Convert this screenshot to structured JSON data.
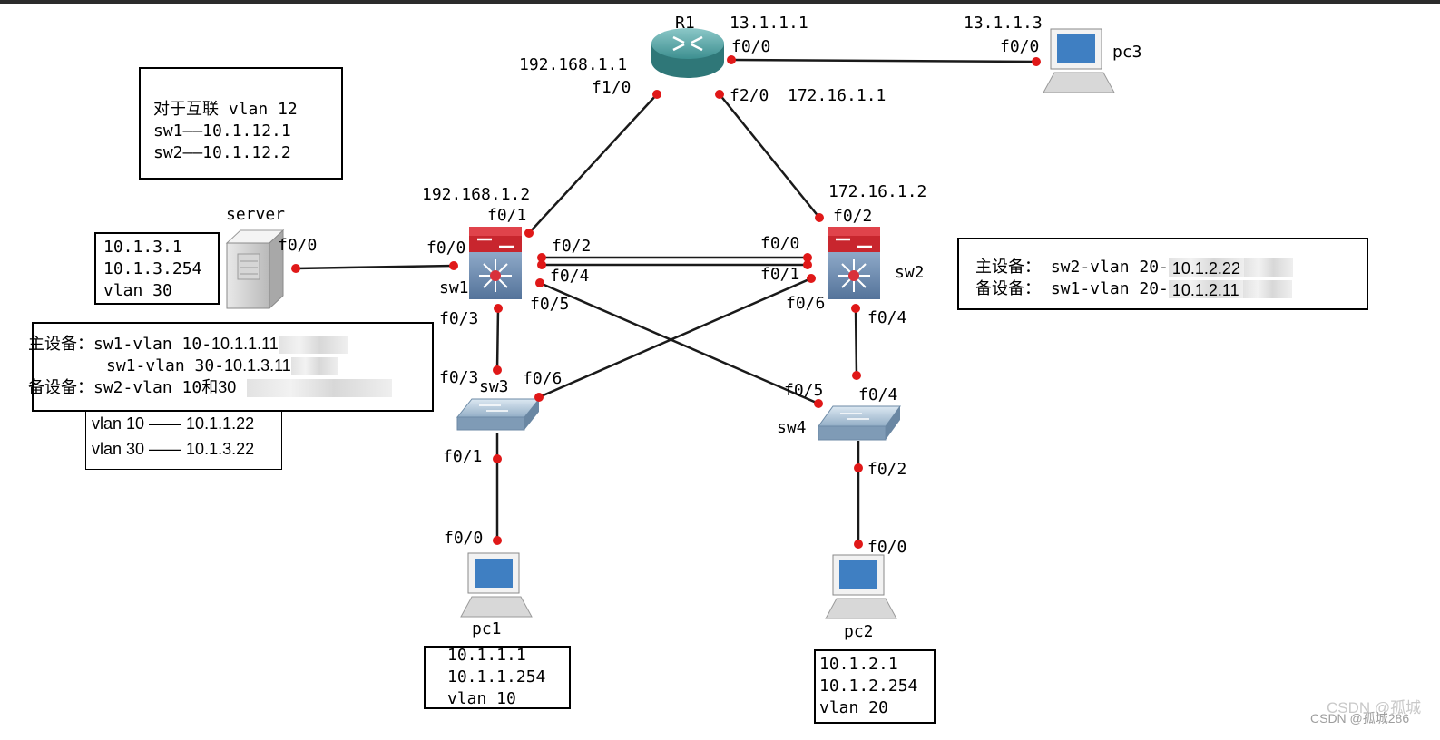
{
  "devices": {
    "r1": {
      "name": "R1"
    },
    "sw1": {
      "name": "sw1"
    },
    "sw2": {
      "name": "sw2"
    },
    "sw3": {
      "name": "sw3"
    },
    "sw4": {
      "name": "sw4"
    },
    "server": {
      "name": "server"
    },
    "pc1": {
      "name": "pc1"
    },
    "pc2": {
      "name": "pc2"
    },
    "pc3": {
      "name": "pc3"
    }
  },
  "ip_labels": {
    "r1_f0_0_ip": "13.1.1.1",
    "pc3_ip": "13.1.1.3",
    "r1_f1_0_ip": "192.168.1.1",
    "r1_f2_0_ip": "172.16.1.1",
    "sw1_uplink_ip": "192.168.1.2",
    "sw2_uplink_ip": "172.16.1.2"
  },
  "ports": {
    "r1_f0_0": "f0/0",
    "pc3_f0_0": "f0/0",
    "r1_f1_0": "f1/0",
    "r1_f2_0": "f2/0",
    "sw1_f0_1": "f0/1",
    "sw2_f0_2": "f0/2",
    "server_f0_0": "f0/0",
    "sw1_f0_0": "f0/0",
    "sw1_f0_2": "f0/2",
    "sw1_f0_4": "f0/4",
    "sw1_f0_3": "f0/3",
    "sw1_f0_5": "f0/5",
    "sw2_f0_0": "f0/0",
    "sw2_f0_1": "f0/1",
    "sw2_f0_6": "f0/6",
    "sw2_f0_4": "f0/4",
    "sw3_f0_3": "f0/3",
    "sw3_f0_6": "f0/6",
    "sw3_f0_1": "f0/1",
    "sw4_f0_5": "f0/5",
    "sw4_f0_4": "f0/4",
    "sw4_f0_2": "f0/2",
    "pc1_f0_0": "f0/0",
    "pc2_f0_0": "f0/0"
  },
  "boxes": {
    "interconnect": {
      "line1": "对于互联 vlan 12",
      "line2": "sw1——10.1.12.1",
      "line3": "sw2——10.1.12.2"
    },
    "server_info": {
      "ip": "10.1.3.1",
      "gateway": "10.1.3.254",
      "vlan": "vlan 30"
    },
    "sw1_primary": {
      "line1_prefix": "主设备：sw1-vlan 10-",
      "line1_ip": "10.1.1.11",
      "line2_prefix": "sw1-vlan 30-",
      "line2_ip": "10.1.3.11",
      "line3_prefix": "备设备：sw2-vlan 10和",
      "line3_value": "30"
    },
    "vip": {
      "line1": "vlan 10 —— 10.1.1.22",
      "line2": "vlan 30 —— 10.1.3.22"
    },
    "sw2_primary": {
      "line1_prefix": "主设备： sw2-vlan 20-",
      "line1_ip": "10.1.2.22",
      "line2_prefix": "备设备： sw1-vlan 20-",
      "line2_ip": "10.1.2.11"
    },
    "pc1_info": {
      "ip": "10.1.1.1",
      "gateway": "10.1.1.254",
      "vlan": "vlan 10"
    },
    "pc2_info": {
      "ip": "10.1.2.1",
      "gateway": "10.1.2.254",
      "vlan": "vlan 20"
    }
  },
  "watermark": {
    "line1": "CSDN @孤城",
    "line2": "CSDN @孤城286"
  },
  "colors": {
    "link": "#1a1a1a",
    "port_dot": "#e01818",
    "router": "#3d8f90",
    "l3_switch": "#c8262e",
    "l3_switch_base": "#6f8fb3",
    "l2_switch": "#a9bfd3"
  }
}
